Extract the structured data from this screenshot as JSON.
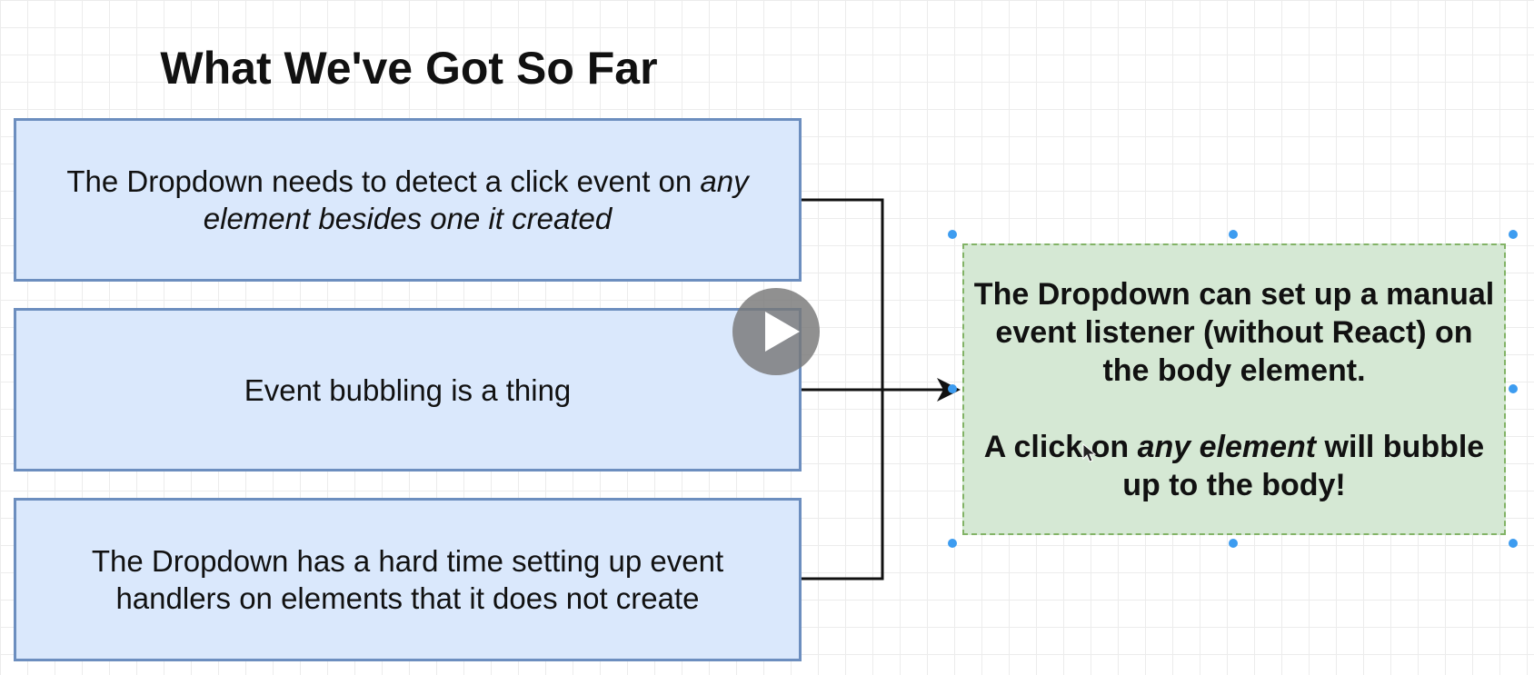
{
  "title": "What We've Got So Far",
  "boxes": [
    {
      "text_plain": "The Dropdown needs to detect a click event on ",
      "text_italic": "any element besides one it created"
    },
    {
      "text_plain": "Event bubbling is a thing"
    },
    {
      "text_plain": "The Dropdown has a hard time setting up event handlers on elements that it does not create"
    }
  ],
  "result": {
    "line1": "The Dropdown can set up a manual event listener (without React) on the body element.",
    "line2_pre": "A click on ",
    "line2_italic": "any element",
    "line2_post": " will bubble up to the body!"
  },
  "colors": {
    "box_fill": "#dae8fc",
    "box_border": "#6c8ebf",
    "result_fill": "#d5e8d4",
    "result_border": "#82b366",
    "handle": "#3d9cf0"
  },
  "icons": {
    "play": "play-icon",
    "cursor": "mouse-cursor-icon"
  }
}
